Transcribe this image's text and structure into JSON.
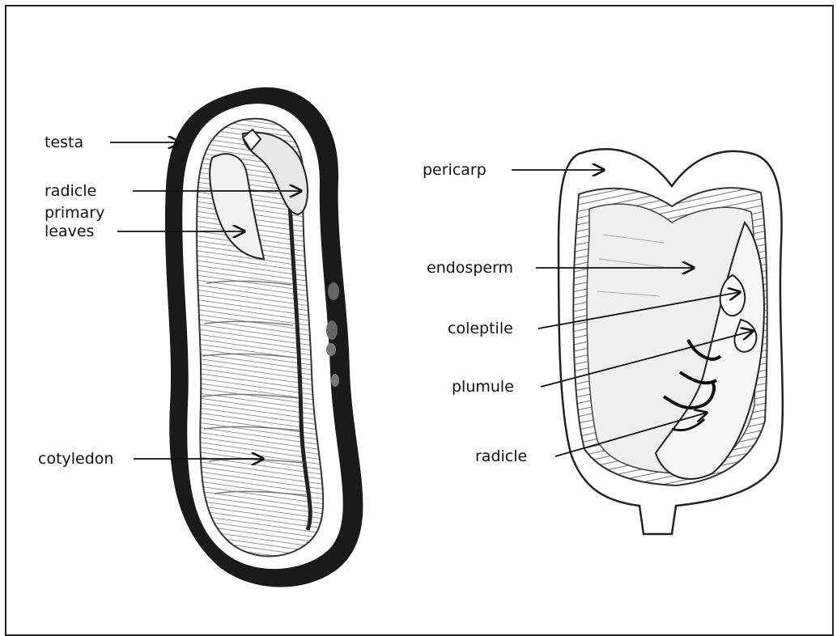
{
  "diagram": {
    "left_seed": {
      "labels": {
        "testa": "testa",
        "radicle": "radicle",
        "primary_leaves_line1": "primary",
        "primary_leaves_line2": "leaves",
        "cotyledon": "cotyledon"
      }
    },
    "right_seed": {
      "labels": {
        "pericarp": "pericarp",
        "endosperm": "endosperm",
        "coleptile": "coleptile",
        "plumule": "plumule",
        "radicle": "radicle"
      }
    },
    "colors": {
      "ink": "#111111",
      "shade": "#555555",
      "background": "#ffffff"
    }
  }
}
